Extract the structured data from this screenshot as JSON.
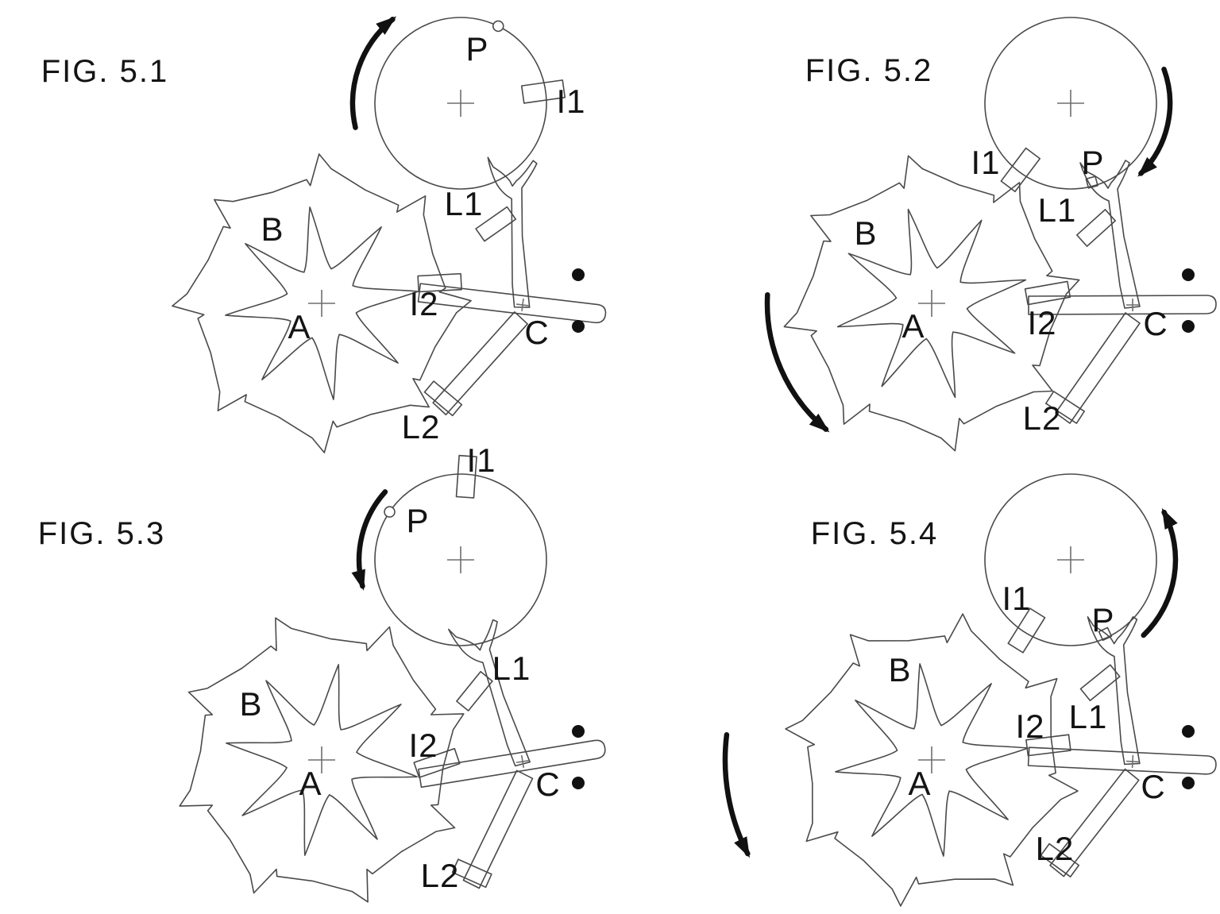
{
  "document": {
    "kind": "patent-figure-sheet",
    "figure_count": 4
  },
  "figures": [
    {
      "id": "5.1",
      "title": "FIG. 5.1",
      "disc_p_arrow": "clockwise",
      "wheel_b_arrow": null
    },
    {
      "id": "5.2",
      "title": "FIG. 5.2",
      "disc_p_arrow": "clockwise",
      "wheel_b_arrow": "counterclockwise"
    },
    {
      "id": "5.3",
      "title": "FIG. 5.3",
      "disc_p_arrow": "counterclockwise",
      "wheel_b_arrow": null
    },
    {
      "id": "5.4",
      "title": "FIG. 5.4",
      "disc_p_arrow": "counterclockwise",
      "wheel_b_arrow": "counterclockwise"
    }
  ],
  "labels": {
    "P": "P",
    "I1": "I1",
    "L1": "L1",
    "B": "B",
    "A": "A",
    "I2": "I2",
    "C": "C",
    "L2": "L2"
  },
  "colors": {
    "background": "#ffffff",
    "line": "#4a4a4a",
    "text": "#141414",
    "arrow": "#111111",
    "dot": "#111111"
  }
}
